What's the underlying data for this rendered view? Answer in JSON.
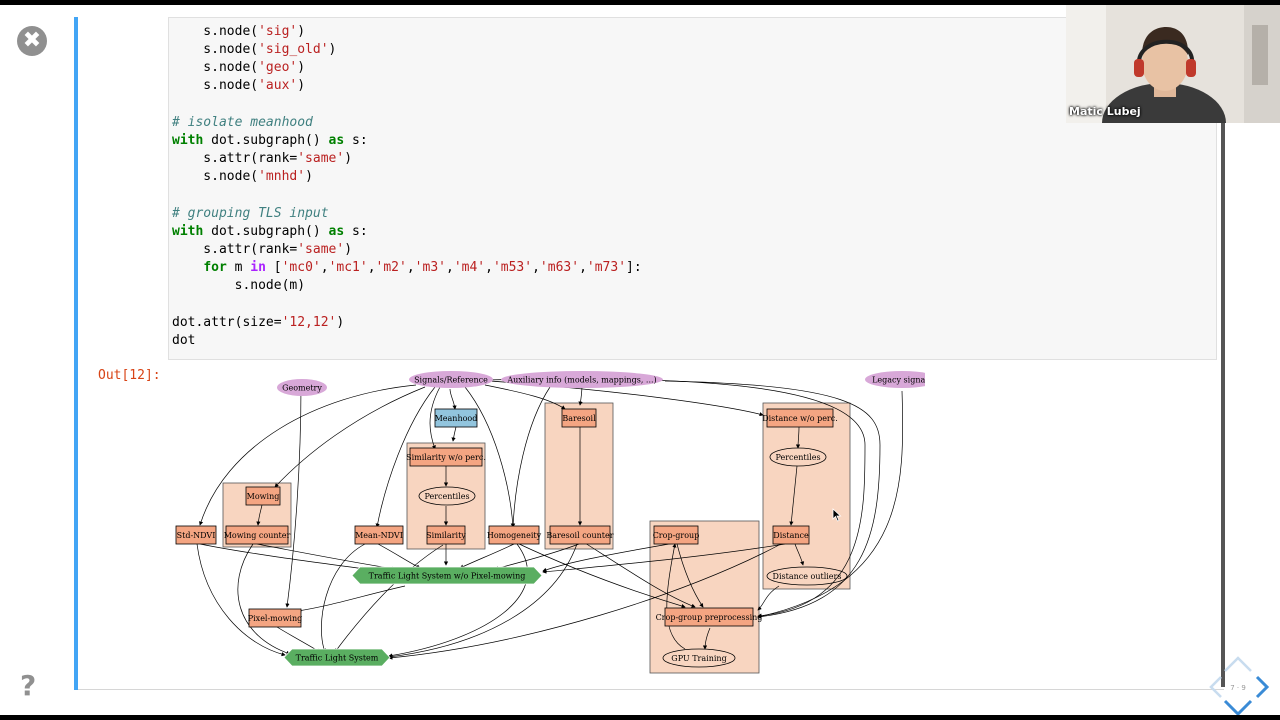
{
  "controls": {
    "close_label": "✖",
    "help_label": "?"
  },
  "code_lines": [
    [
      {
        "t": "    s.node("
      },
      {
        "t": "'sig'",
        "c": "s"
      },
      {
        "t": ")"
      }
    ],
    [
      {
        "t": "    s.node("
      },
      {
        "t": "'sig_old'",
        "c": "s"
      },
      {
        "t": ")"
      }
    ],
    [
      {
        "t": "    s.node("
      },
      {
        "t": "'geo'",
        "c": "s"
      },
      {
        "t": ")"
      }
    ],
    [
      {
        "t": "    s.node("
      },
      {
        "t": "'aux'",
        "c": "s"
      },
      {
        "t": ")"
      }
    ],
    [],
    [
      {
        "t": "# isolate meanhood",
        "c": "c"
      }
    ],
    [
      {
        "t": "with",
        "c": "k"
      },
      {
        "t": " dot.subgraph() "
      },
      {
        "t": "as",
        "c": "k"
      },
      {
        "t": " s:"
      }
    ],
    [
      {
        "t": "    s.attr(rank="
      },
      {
        "t": "'same'",
        "c": "s"
      },
      {
        "t": ")"
      }
    ],
    [
      {
        "t": "    s.node("
      },
      {
        "t": "'mnhd'",
        "c": "s"
      },
      {
        "t": ")"
      }
    ],
    [],
    [
      {
        "t": "# grouping TLS input",
        "c": "c"
      }
    ],
    [
      {
        "t": "with",
        "c": "k"
      },
      {
        "t": " dot.subgraph() "
      },
      {
        "t": "as",
        "c": "k"
      },
      {
        "t": " s:"
      }
    ],
    [
      {
        "t": "    s.attr(rank="
      },
      {
        "t": "'same'",
        "c": "s"
      },
      {
        "t": ")"
      }
    ],
    [
      {
        "t": "    "
      },
      {
        "t": "for",
        "c": "k"
      },
      {
        "t": " m "
      },
      {
        "t": "in",
        "c": "o"
      },
      {
        "t": " ["
      },
      {
        "t": "'mc0'",
        "c": "s"
      },
      {
        "t": ","
      },
      {
        "t": "'mc1'",
        "c": "s"
      },
      {
        "t": ","
      },
      {
        "t": "'m2'",
        "c": "s"
      },
      {
        "t": ","
      },
      {
        "t": "'m3'",
        "c": "s"
      },
      {
        "t": ","
      },
      {
        "t": "'m4'",
        "c": "s"
      },
      {
        "t": ","
      },
      {
        "t": "'m53'",
        "c": "s"
      },
      {
        "t": ","
      },
      {
        "t": "'m63'",
        "c": "s"
      },
      {
        "t": ","
      },
      {
        "t": "'m73'",
        "c": "s"
      },
      {
        "t": "]:"
      }
    ],
    [
      {
        "t": "        s.node(m)"
      }
    ],
    [],
    [
      {
        "t": "dot.attr(size="
      },
      {
        "t": "'12,12'",
        "c": "s"
      },
      {
        "t": ")"
      }
    ],
    [
      {
        "t": "dot"
      }
    ]
  ],
  "output": {
    "prompt": "Out[12]:"
  },
  "graph": {
    "nodes": {
      "geo": "Geometry",
      "sig": "Signals/Reference",
      "aux": "Auxiliary info (models, mappings, ...)",
      "legacy": "Legacy signals",
      "mnhd": "Meanhood",
      "baresoil": "Baresoil",
      "dist_wo": "Distance w/o perc.",
      "sim_wo": "Similarity w/o perc.",
      "perc_dist": "Percentiles",
      "perc_sim": "Percentiles",
      "mowing": "Mowing",
      "std_ndvi": "Std-NDVI",
      "mowing_counter": "Mowing counter",
      "mean_ndvi": "Mean-NDVI",
      "similarity": "Similarity",
      "homogeneity": "Homogeneity",
      "baresoil_counter": "Baresoil counter",
      "crop_group": "Crop-group",
      "distance": "Distance",
      "tls_wo": "Traffic Light System w/o Pixel-mowing",
      "dist_outliers": "Distance outliers",
      "crop_pre": "Crop-group preprocessing",
      "pixel_mowing": "Pixel-mowing",
      "gpu": "GPU Training",
      "tls": "Traffic Light System"
    },
    "colors": {
      "input": "#d8a8d8",
      "feature": "#f4a582",
      "cluster": "#f8d5c0",
      "meanhood": "#92c5de",
      "tls": "#5aae61"
    }
  },
  "webcam": {
    "name": "Matic Lubej"
  },
  "navigation": {
    "slide_number": "7 · 9"
  }
}
